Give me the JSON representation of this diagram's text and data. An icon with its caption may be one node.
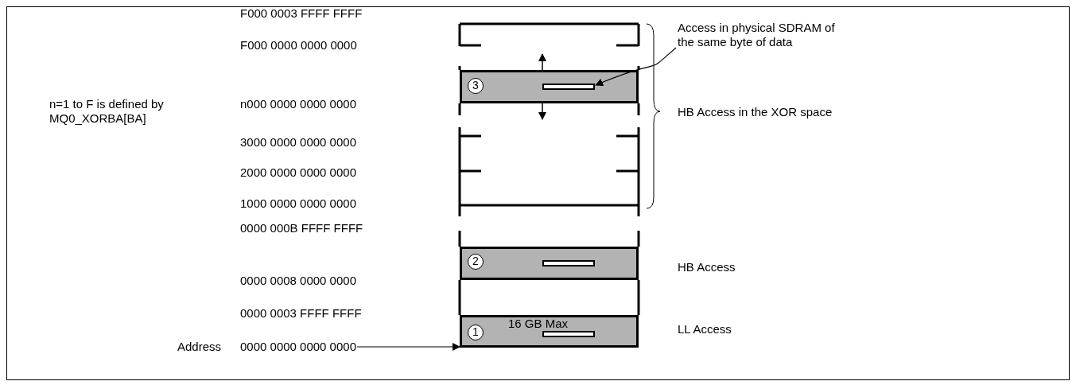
{
  "diagram": {
    "nodes": [
      {
        "text": [
          "Access in physical SDRAM of the same byte of data"
        ]
      },
      {
        "text": [],
        "shape": "box"
      },
      {
        "text": [
          "3"
        ],
        "in": 1
      },
      {
        "text": [],
        "shape": "bar",
        "in": 1
      },
      {
        "text": [],
        "shape": "box"
      },
      {
        "text": [
          "2"
        ],
        "in": 4
      },
      {
        "text": [],
        "shape": "bar",
        "in": 4
      },
      {
        "text": [
          "16 GB Max"
        ]
      },
      {
        "text": [
          "1"
        ],
        "in": 7
      },
      {
        "text": [],
        "shape": "bar",
        "in": 7
      },
      {
        "text": [
          "0000 0000 0000 0000"
        ]
      }
    ],
    "edges": [
      {
        "from": 0,
        "to": 3,
        "arrow": "to"
      },
      {
        "from": 10,
        "to": 7,
        "arrow": "to"
      }
    ],
    "labels": [
      "F000 0003 FFFF FFFF",
      "F000 0000 0000 0000",
      "n=1 to F is defined by MQ0_XORBA[BA]",
      "n000 0000 0000 0000",
      "HB Access in the XOR space",
      "3000 0000 0000 0000",
      "2000 0000 0000 0000",
      "1000 0000 0000 0000",
      "0000 000B FFFF FFFF",
      "HB Access",
      "0000 0008 0000 0000",
      "0000 0003 FFFF FFFF",
      "Address",
      "LL Access"
    ]
  }
}
